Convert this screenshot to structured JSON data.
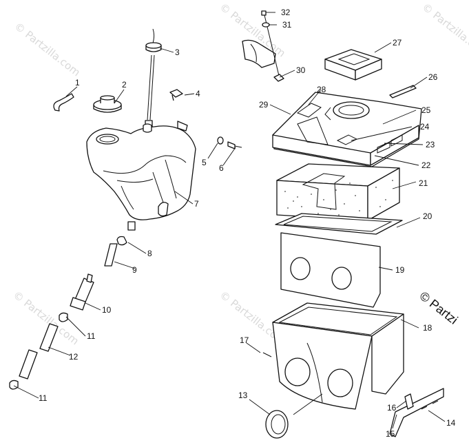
{
  "watermark": "© Partzilla.com",
  "brand_text": "© Partzi",
  "callouts": [
    "1",
    "2",
    "3",
    "4",
    "5",
    "6",
    "7",
    "8",
    "9",
    "10",
    "11",
    "11",
    "12",
    "13",
    "14",
    "15",
    "16",
    "17",
    "18",
    "19",
    "20",
    "21",
    "22",
    "23",
    "24",
    "25",
    "26",
    "27",
    "28",
    "29",
    "30",
    "31",
    "32"
  ]
}
